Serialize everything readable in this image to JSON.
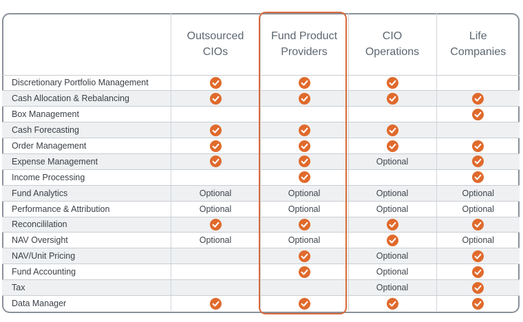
{
  "table": {
    "columns": [
      "",
      "Outsourced CIOs",
      "Fund Product Providers",
      "CIO Operations",
      "Life Companies"
    ],
    "header_lines": [
      [
        "",
        ""
      ],
      [
        "Outsourced",
        "CIOs"
      ],
      [
        "Fund Product",
        "Providers"
      ],
      [
        "CIO",
        "Operations"
      ],
      [
        "Life",
        "Companies"
      ]
    ],
    "highlighted_column": "Fund Product Providers",
    "rows": [
      {
        "label": "Discretionary Portfolio Management",
        "cells": [
          "check",
          "check",
          "check",
          ""
        ]
      },
      {
        "label": "Cash Allocation & Rebalancing",
        "cells": [
          "check",
          "check",
          "check",
          "check"
        ]
      },
      {
        "label": "Box Management",
        "cells": [
          "",
          "",
          "",
          "check"
        ]
      },
      {
        "label": "Cash Forecasting",
        "cells": [
          "check",
          "check",
          "check",
          ""
        ]
      },
      {
        "label": "Order Management",
        "cells": [
          "check",
          "check",
          "check",
          "check"
        ]
      },
      {
        "label": "Expense Management",
        "cells": [
          "check",
          "check",
          "Optional",
          "check"
        ]
      },
      {
        "label": "Income Processing",
        "cells": [
          "",
          "check",
          "",
          "check"
        ]
      },
      {
        "label": "Fund Analytics",
        "cells": [
          "Optional",
          "Optional",
          "Optional",
          "Optional"
        ]
      },
      {
        "label": "Performance & Attribution",
        "cells": [
          "Optional",
          "Optional",
          "Optional",
          "Optional"
        ]
      },
      {
        "label": "Reconcililation",
        "cells": [
          "check",
          "check",
          "check",
          "check"
        ]
      },
      {
        "label": "NAV Oversight",
        "cells": [
          "Optional",
          "Optional",
          "check",
          "Optional"
        ]
      },
      {
        "label": "NAV/Unit Pricing",
        "cells": [
          "",
          "check",
          "Optional",
          "check"
        ]
      },
      {
        "label": "Fund Accounting",
        "cells": [
          "",
          "check",
          "Optional",
          "check"
        ]
      },
      {
        "label": "Tax",
        "cells": [
          "",
          "",
          "Optional",
          "check"
        ]
      },
      {
        "label": "Data Manager",
        "cells": [
          "check",
          "check",
          "check",
          "check"
        ]
      }
    ]
  },
  "colors": {
    "accent": "#e06a2c",
    "highlight_border": "#d8693a",
    "border": "#8a9099",
    "stripe": "#eef0f2"
  },
  "icons": {
    "check": "check-circle-icon"
  }
}
